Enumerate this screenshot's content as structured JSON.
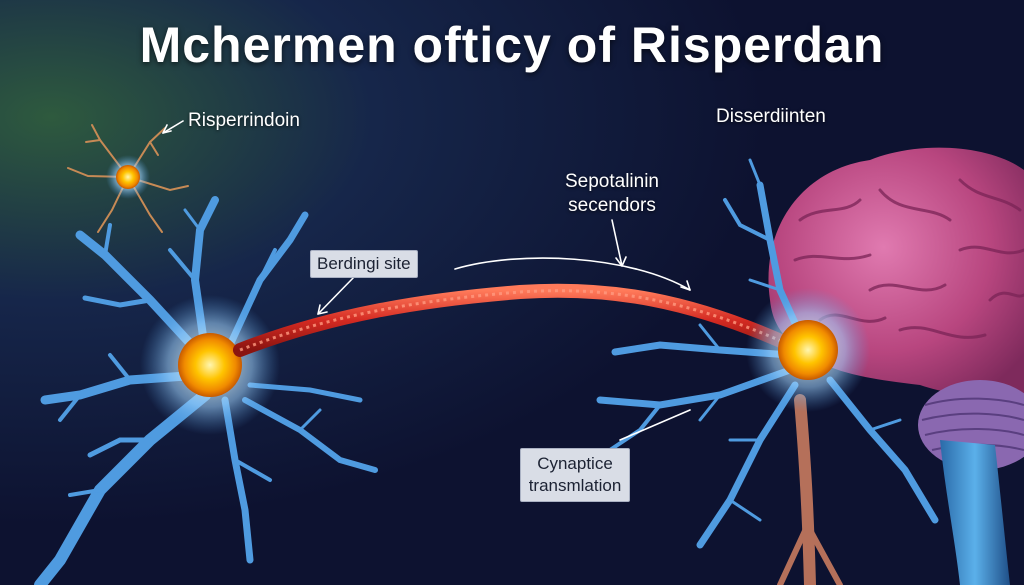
{
  "title": "Mchermen ofticy of Risperdan",
  "labels": {
    "risperindoin": "Risperrindoin",
    "disserdinten": "Disserdiinten",
    "sepotalinin_line1": "Sepotalinin",
    "sepotalinin_line2": "secendors",
    "binding_site": "Berdingi site",
    "cynaptic_line1": "Cynaptice",
    "cynaptic_line2": "transmlation"
  },
  "colors": {
    "background_left": "#1d4a4a",
    "background_mid": "#121a3a",
    "background_right": "#0d1230",
    "dendrite_blue": "#4f9be0",
    "soma_yellow": "#ffd21f",
    "axon_red": "#e0302a",
    "brain_pink": "#c44d8c",
    "brainstem_blue": "#3d8ccc"
  }
}
